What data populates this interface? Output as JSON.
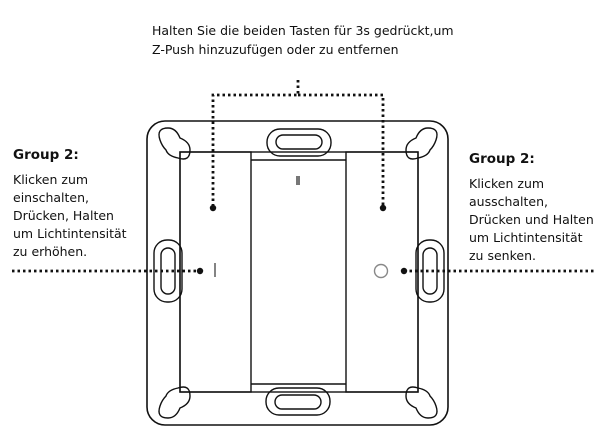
{
  "top_instruction": {
    "line1": "Halten Sie die beiden Tasten für 3s gedrückt,um",
    "line2": "Z-Push hinzuzufügen oder zu entfernen"
  },
  "left_label": {
    "heading": "Group 2:",
    "lines": [
      "Klicken zum",
      "einschalten,",
      "Drücken, Halten",
      "um  Lichtintensität",
      "zu erhöhen."
    ]
  },
  "right_label": {
    "heading": "Group 2:",
    "lines": [
      "Klicken zum",
      "ausschalten,",
      "Drücken und Halten",
      "um Lichtintensität",
      "zu senken."
    ]
  },
  "icons": {
    "left_button_symbol": "power-on-line-icon",
    "right_button_symbol": "power-off-circle-icon",
    "center_led": "led-indicator-icon"
  }
}
